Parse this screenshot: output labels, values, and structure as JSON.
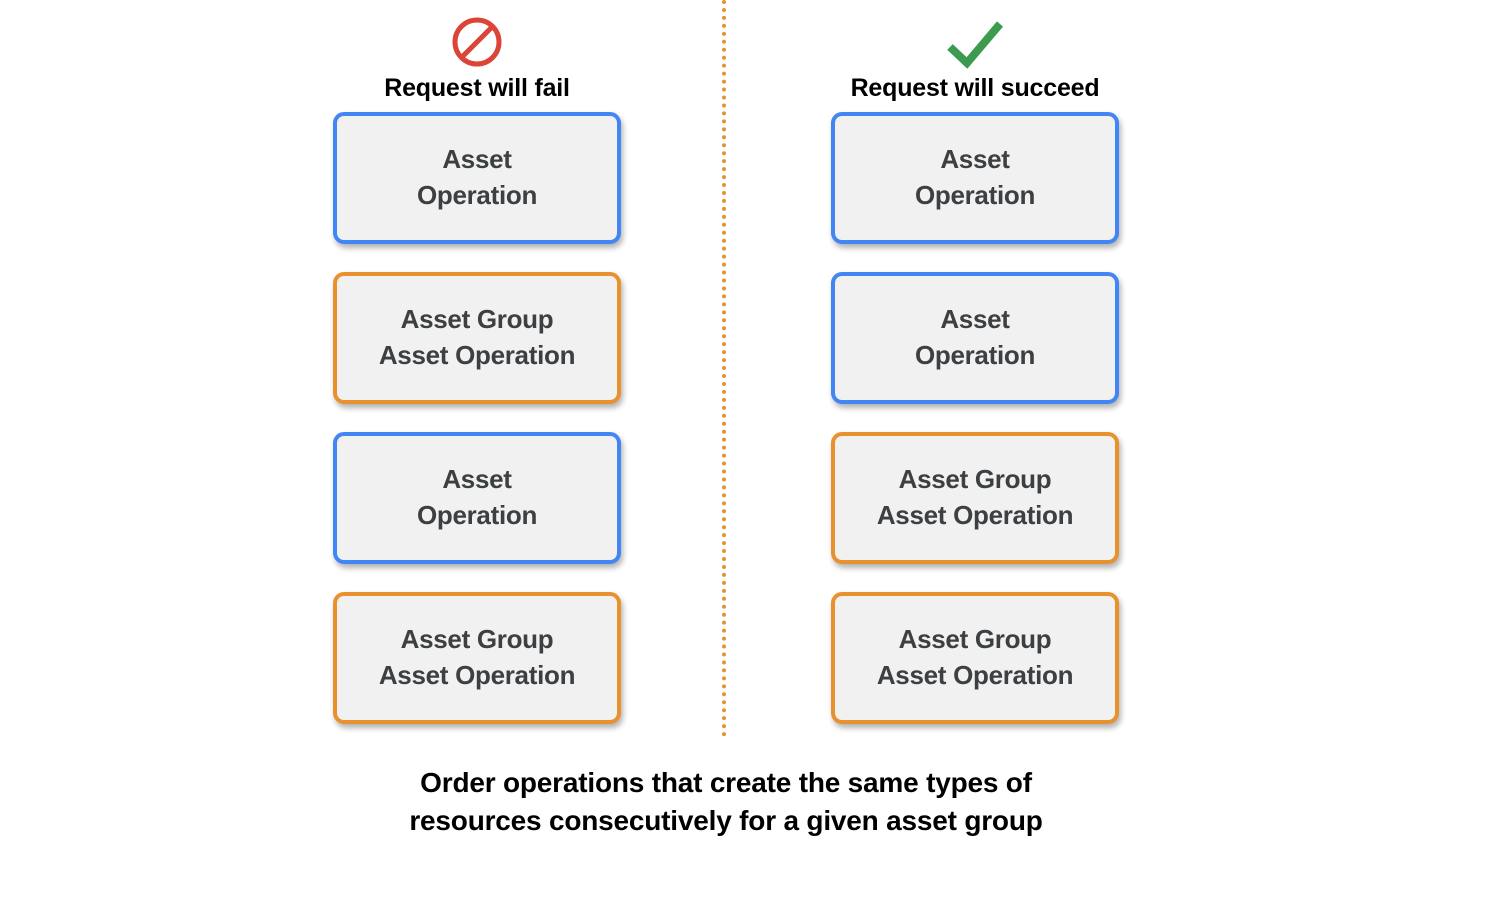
{
  "background": "#ffffff",
  "colors": {
    "asset_border": "#4285F4",
    "asset_group_border": "#E8912D",
    "box_fill": "#F1F1F1",
    "box_text": "#3C4043",
    "fail_icon": "#DB4437",
    "succeed_icon": "#34A853",
    "divider": "#E8912D",
    "caption_text": "#000000"
  },
  "divider": {
    "style": "dotted-vertical",
    "color": "#E8912D"
  },
  "columns": [
    {
      "id": "fail",
      "icon": "prohibition-icon",
      "icon_color": "#DB4437",
      "label": "Request will fail",
      "boxes": [
        {
          "type": "asset",
          "label": "Asset\nOperation"
        },
        {
          "type": "asset-group",
          "label": "Asset Group\nAsset Operation"
        },
        {
          "type": "asset",
          "label": "Asset\nOperation"
        },
        {
          "type": "asset-group",
          "label": "Asset Group\nAsset Operation"
        }
      ]
    },
    {
      "id": "succeed",
      "icon": "checkmark-icon",
      "icon_color": "#34A853",
      "label": "Request will succeed",
      "boxes": [
        {
          "type": "asset",
          "label": "Asset\nOperation"
        },
        {
          "type": "asset",
          "label": "Asset\nOperation"
        },
        {
          "type": "asset-group",
          "label": "Asset Group\nAsset Operation"
        },
        {
          "type": "asset-group",
          "label": "Asset Group\nAsset Operation"
        }
      ]
    }
  ],
  "caption": "Order operations that create the same types of\nresources consecutively for a given asset group"
}
